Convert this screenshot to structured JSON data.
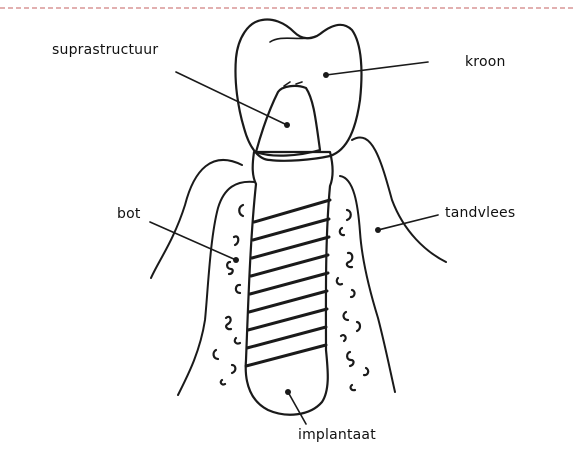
{
  "labels": {
    "suprastructuur": "suprastructuur",
    "kroon": "kroon",
    "bot": "bot",
    "tandvlees": "tandvlees",
    "implantaat": "implantaat"
  },
  "colors": {
    "ink": "#1a1a1a",
    "top_border": "#d08080"
  }
}
